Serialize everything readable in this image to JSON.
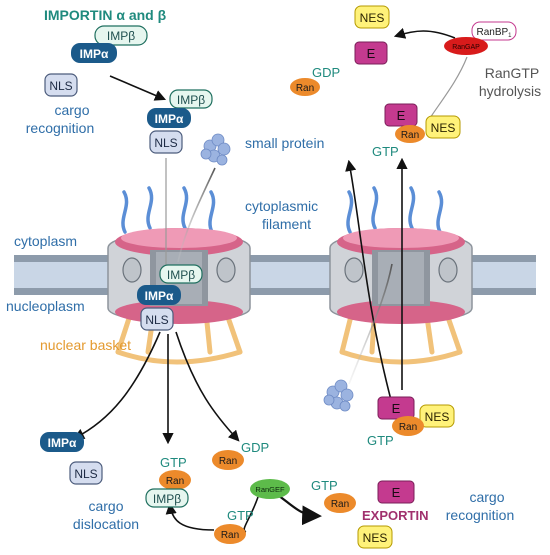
{
  "title": "IMPORTIN α and β",
  "labels": {
    "cargo_recognition": [
      "cargo",
      "recognition"
    ],
    "small_protein": "small protein",
    "cytoplasmic_filament": [
      "cytoplasmic",
      "filament"
    ],
    "cytoplasm": "cytoplasm",
    "nucleoplasm": "nucleoplasm",
    "nuclear_basket": "nuclear basket",
    "cargo_dislocation": [
      "cargo",
      "dislocation"
    ],
    "ranGTP_hydrolysis": [
      "RanGTP",
      "hydrolysis"
    ],
    "exportin": "EXPORTIN"
  },
  "proteins": {
    "impb": "IMPβ",
    "impa": "IMPα",
    "nls": "NLS",
    "nes": "NES",
    "e": "E",
    "ran": "Ran",
    "gtp": "GTP",
    "gdp": "GDP",
    "rangef": "RanGEF",
    "rangap": "RanGAP",
    "ranbp1_main": "RanBP",
    "ranbp1_sub": "1"
  },
  "colors": {
    "teal_text": "#1f8a7e",
    "blue_text": "#2f6ea8",
    "orange_text": "#e49a2f",
    "impa": "#1b5a8a",
    "impb": "#e6f6ef",
    "nls": "#d5ddef",
    "nes": "#fff27a",
    "e": "#c43a8f",
    "ran": "#ec8a2b",
    "rangef": "#5dbb4a",
    "rangap": "#d81b1b",
    "membrane": "#9aa8b8",
    "pore_ring": "#e07a9c",
    "filament": "#5b8ed6"
  }
}
